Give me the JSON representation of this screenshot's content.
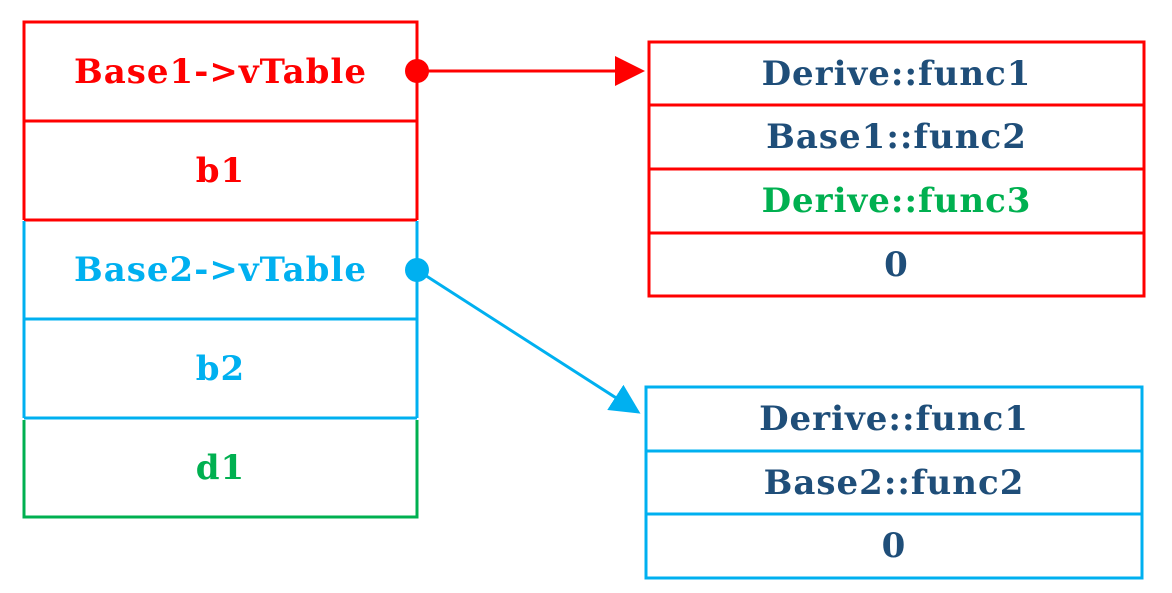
{
  "colors": {
    "red": "#ff0000",
    "blue": "#00b0f0",
    "green": "#00b050",
    "navy": "#1f4e79"
  },
  "object_layout": {
    "base1_vptr": "Base1->vTable",
    "b1": "b1",
    "base2_vptr": "Base2->vTable",
    "b2": "b2",
    "d1": "d1"
  },
  "vtable1": {
    "entries": [
      "Derive::func1",
      "Base1::func2",
      "Derive::func3",
      "0"
    ]
  },
  "vtable2": {
    "entries": [
      "Derive::func1",
      "Base2::func2",
      "0"
    ]
  }
}
